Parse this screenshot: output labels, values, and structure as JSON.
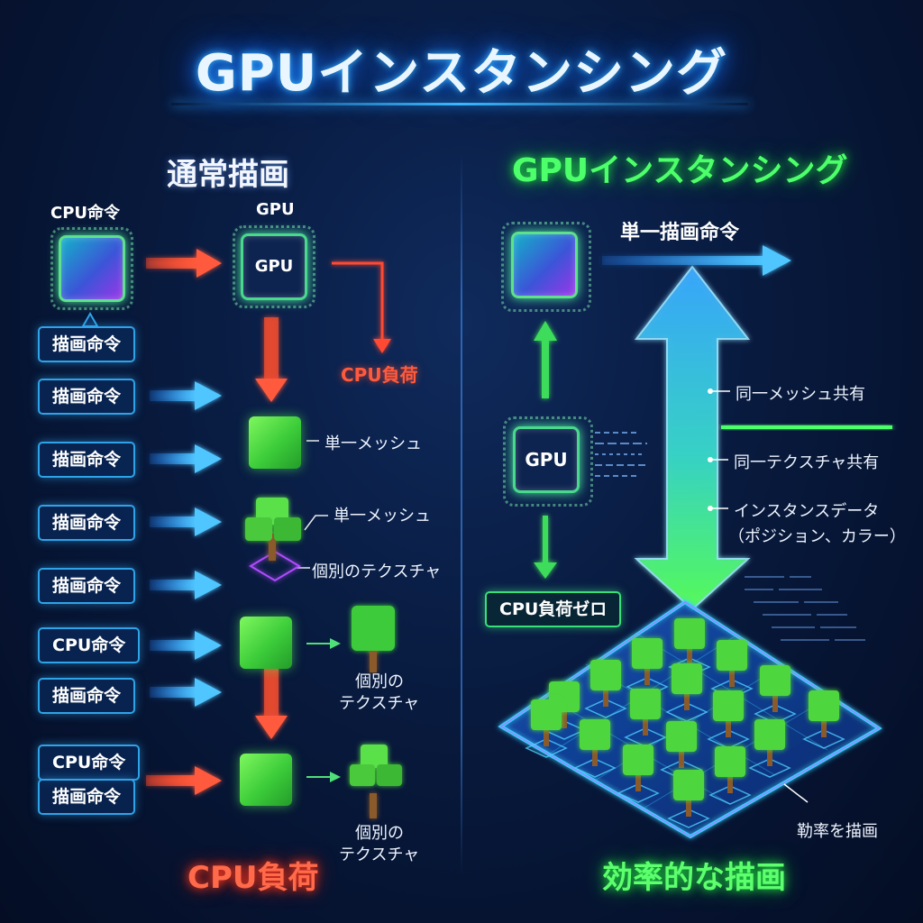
{
  "title": "GPUインスタンシング",
  "left": {
    "section_title": "通常描画",
    "cpu_top_label": "CPU命令",
    "gpu_top_label": "GPU",
    "gpu_chip_text": "GPU",
    "draw_command_under_cpu": "描画命令",
    "cpu_load_label": "CPU負荷",
    "boxes": [
      "描画命令",
      "描画命令",
      "描画命令",
      "描画命令",
      "CPU命令",
      "描画命令",
      "CPU命令",
      "描画命令"
    ],
    "single_mesh_1": "単一メッシュ",
    "single_mesh_2": "単一メッシュ",
    "individual_texture_1": "個別のテクスチャ",
    "individual_texture_2_line1": "個別の",
    "individual_texture_2_line2": "テクスチャ",
    "individual_texture_3_line1": "個別の",
    "individual_texture_3_line2": "テクスチャ",
    "bottom_label": "CPU負荷"
  },
  "right": {
    "section_title": "GPUインスタンシング",
    "single_draw_command": "単一描画命令",
    "gpu_chip_text": "GPU",
    "cpu_load_zero": "CPU負荷ゼロ",
    "shared_mesh": "同一メッシュ共有",
    "shared_texture": "同一テクスチャ共有",
    "instance_data_line1": "インスタンスデータ",
    "instance_data_line2": "（ポジション、カラー）",
    "efficient_draw_small": "勒率を描画",
    "bottom_label": "効率的な描画"
  },
  "colors": {
    "accent_blue": "#39b8ff",
    "accent_green": "#4dff6a",
    "accent_red": "#ff5a3c",
    "background": "#081a3e"
  }
}
